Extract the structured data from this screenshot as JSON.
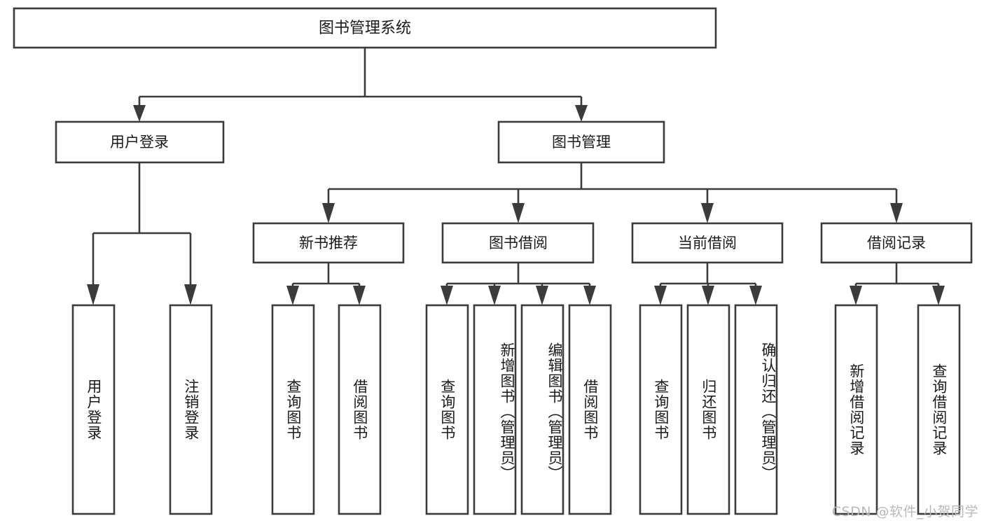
{
  "diagram": {
    "type": "tree-hierarchy",
    "title": "图书管理系统",
    "root": {
      "label": "图书管理系统"
    },
    "level2": [
      {
        "label": "用户登录"
      },
      {
        "label": "图书管理"
      }
    ],
    "level3": [
      {
        "label": "新书推荐",
        "parent": "图书管理"
      },
      {
        "label": "图书借阅",
        "parent": "图书管理"
      },
      {
        "label": "当前借阅",
        "parent": "图书管理"
      },
      {
        "label": "借阅记录",
        "parent": "图书管理"
      }
    ],
    "leaves": {
      "用户登录": [
        "用户登录",
        "注销登录"
      ],
      "新书推荐": [
        "查询图书",
        "借阅图书"
      ],
      "图书借阅": [
        "查询图书",
        "新增图书（管理员）",
        "编辑图书（管理员）",
        "借阅图书"
      ],
      "当前借阅": [
        "查询图书",
        "归还图书",
        "确认归还（管理员）"
      ],
      "借阅记录": [
        "新增借阅记录",
        "查询借阅记录"
      ]
    }
  },
  "nodes": {
    "root": "图书管理系统",
    "n_user_login": "用户登录",
    "n_book_mgmt": "图书管理",
    "n_new_rec": "新书推荐",
    "n_borrow": "图书借阅",
    "n_current": "当前借阅",
    "n_record": "借阅记录",
    "l_user_login": "用户登录",
    "l_logout": "注销登录",
    "l_query_book_1": "查询图书",
    "l_borrow_book_1": "借阅图书",
    "l_query_book_2": "查询图书",
    "l_add_book": "新增图书（管理员）",
    "l_edit_book": "编辑图书（管理员）",
    "l_borrow_book_2": "借阅图书",
    "l_query_book_3": "查询图书",
    "l_return_book": "归还图书",
    "l_confirm_return": "确认归还（管理员）",
    "l_add_record": "新增借阅记录",
    "l_query_record": "查询借阅记录"
  },
  "watermark": {
    "text": "CSDN @软件_小贺同学"
  },
  "colors": {
    "stroke": "#3b3b3b",
    "fill": "#ffffff",
    "text": "#1a1a1a",
    "watermark": "#b9b9b9"
  }
}
